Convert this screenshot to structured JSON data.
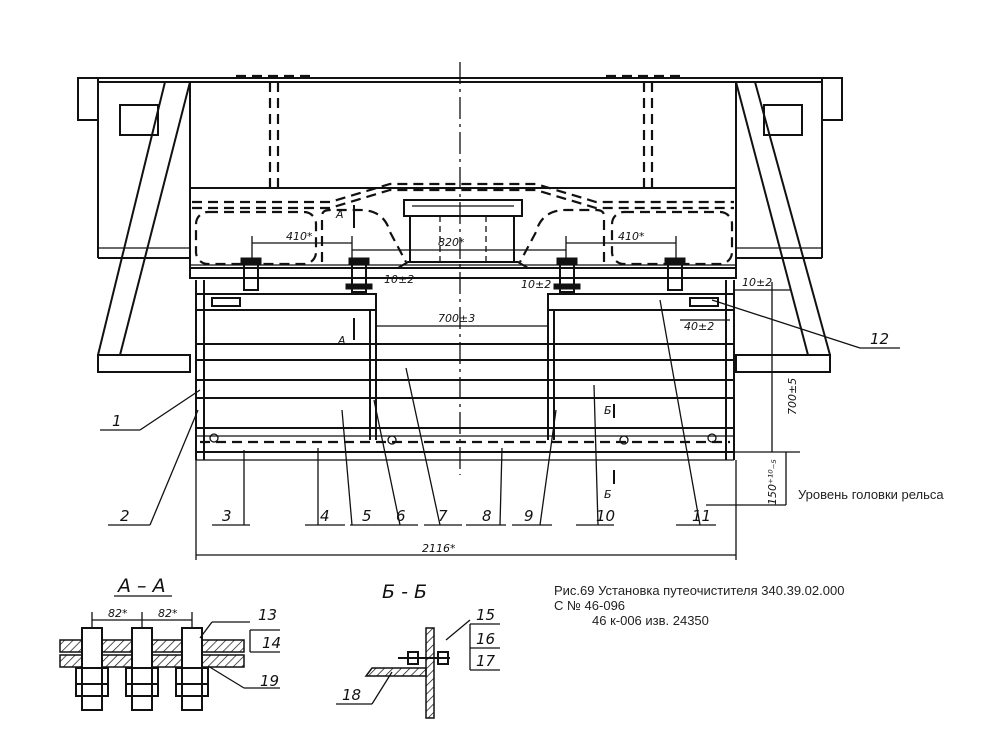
{
  "dims": {
    "d410_left": "410*",
    "d820": "820*",
    "d410_right": "410*",
    "d10_left": "10±2",
    "d10_mid": "10±2",
    "d10_right": "10±2",
    "d700_horizontal": "700±3",
    "d40": "40±2",
    "d700_vertical": "700±5",
    "d150": "150⁺¹⁰₋₅",
    "d2116": "2116*",
    "d82_left": "82*",
    "d82_right": "82*"
  },
  "section_marks": {
    "a_top": "А",
    "a_bottom": "А",
    "b_top": "Б",
    "b_bottom": "Б"
  },
  "callouts": {
    "c1": "1",
    "c2": "2",
    "c3": "3",
    "c4": "4",
    "c5": "5",
    "c6": "6",
    "c7": "7",
    "c8": "8",
    "c9": "9",
    "c10": "10",
    "c11": "11",
    "c12": "12",
    "c13": "13",
    "c14": "14",
    "c15": "15",
    "c16": "16",
    "c17": "17",
    "c18": "18",
    "c19": "19"
  },
  "labels": {
    "rail_level": "Уровень головки рельса",
    "section_aa": "А – А",
    "section_bb": "Б - Б",
    "caption_line1": "Рис.69 Установка путеочистителя 340.39.02.000",
    "caption_line2": "С № 46-096",
    "caption_line3": "46 к-006 изв. 24350"
  }
}
